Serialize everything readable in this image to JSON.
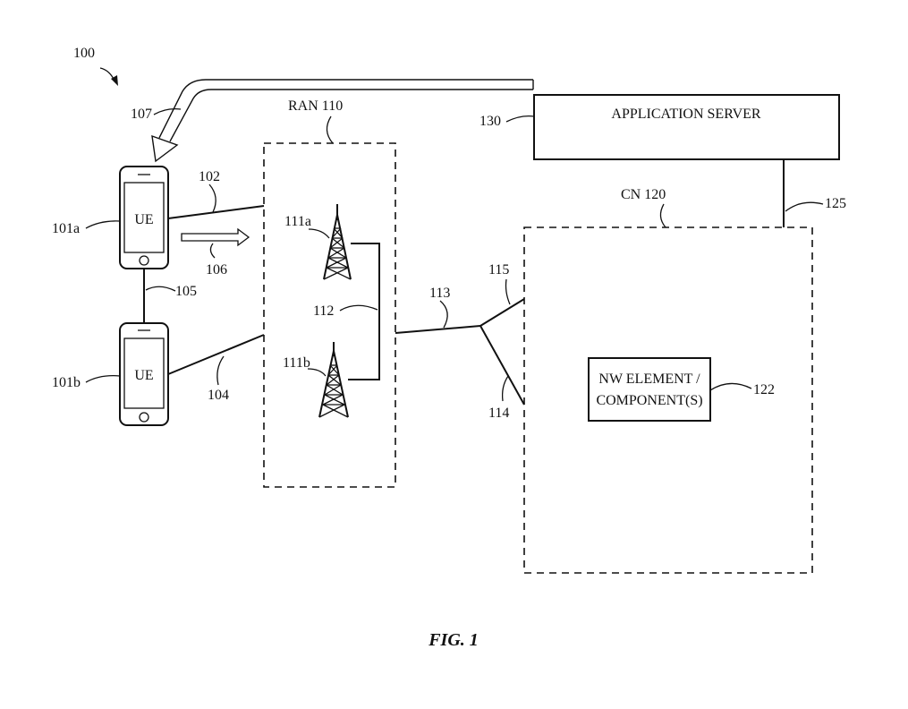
{
  "figure": {
    "ref_system": "100",
    "caption": "FIG. 1",
    "application_server": {
      "ref": "130",
      "label": "APPLICATION SERVER"
    },
    "ran": {
      "label": "RAN 110"
    },
    "cn": {
      "label": "CN 120"
    },
    "nw_element": {
      "ref": "122",
      "line1": "NW ELEMENT /",
      "line2": "COMPONENT(S)"
    },
    "ue_a": {
      "ref": "101a",
      "label": "UE"
    },
    "ue_b": {
      "ref": "101b",
      "label": "UE"
    },
    "tower_a": {
      "ref": "111a"
    },
    "tower_b": {
      "ref": "111b"
    },
    "links": {
      "l102": "102",
      "l104": "104",
      "l105": "105",
      "l106": "106",
      "l107": "107",
      "l112": "112",
      "l113": "113",
      "l114": "114",
      "l115": "115",
      "l125": "125"
    }
  }
}
